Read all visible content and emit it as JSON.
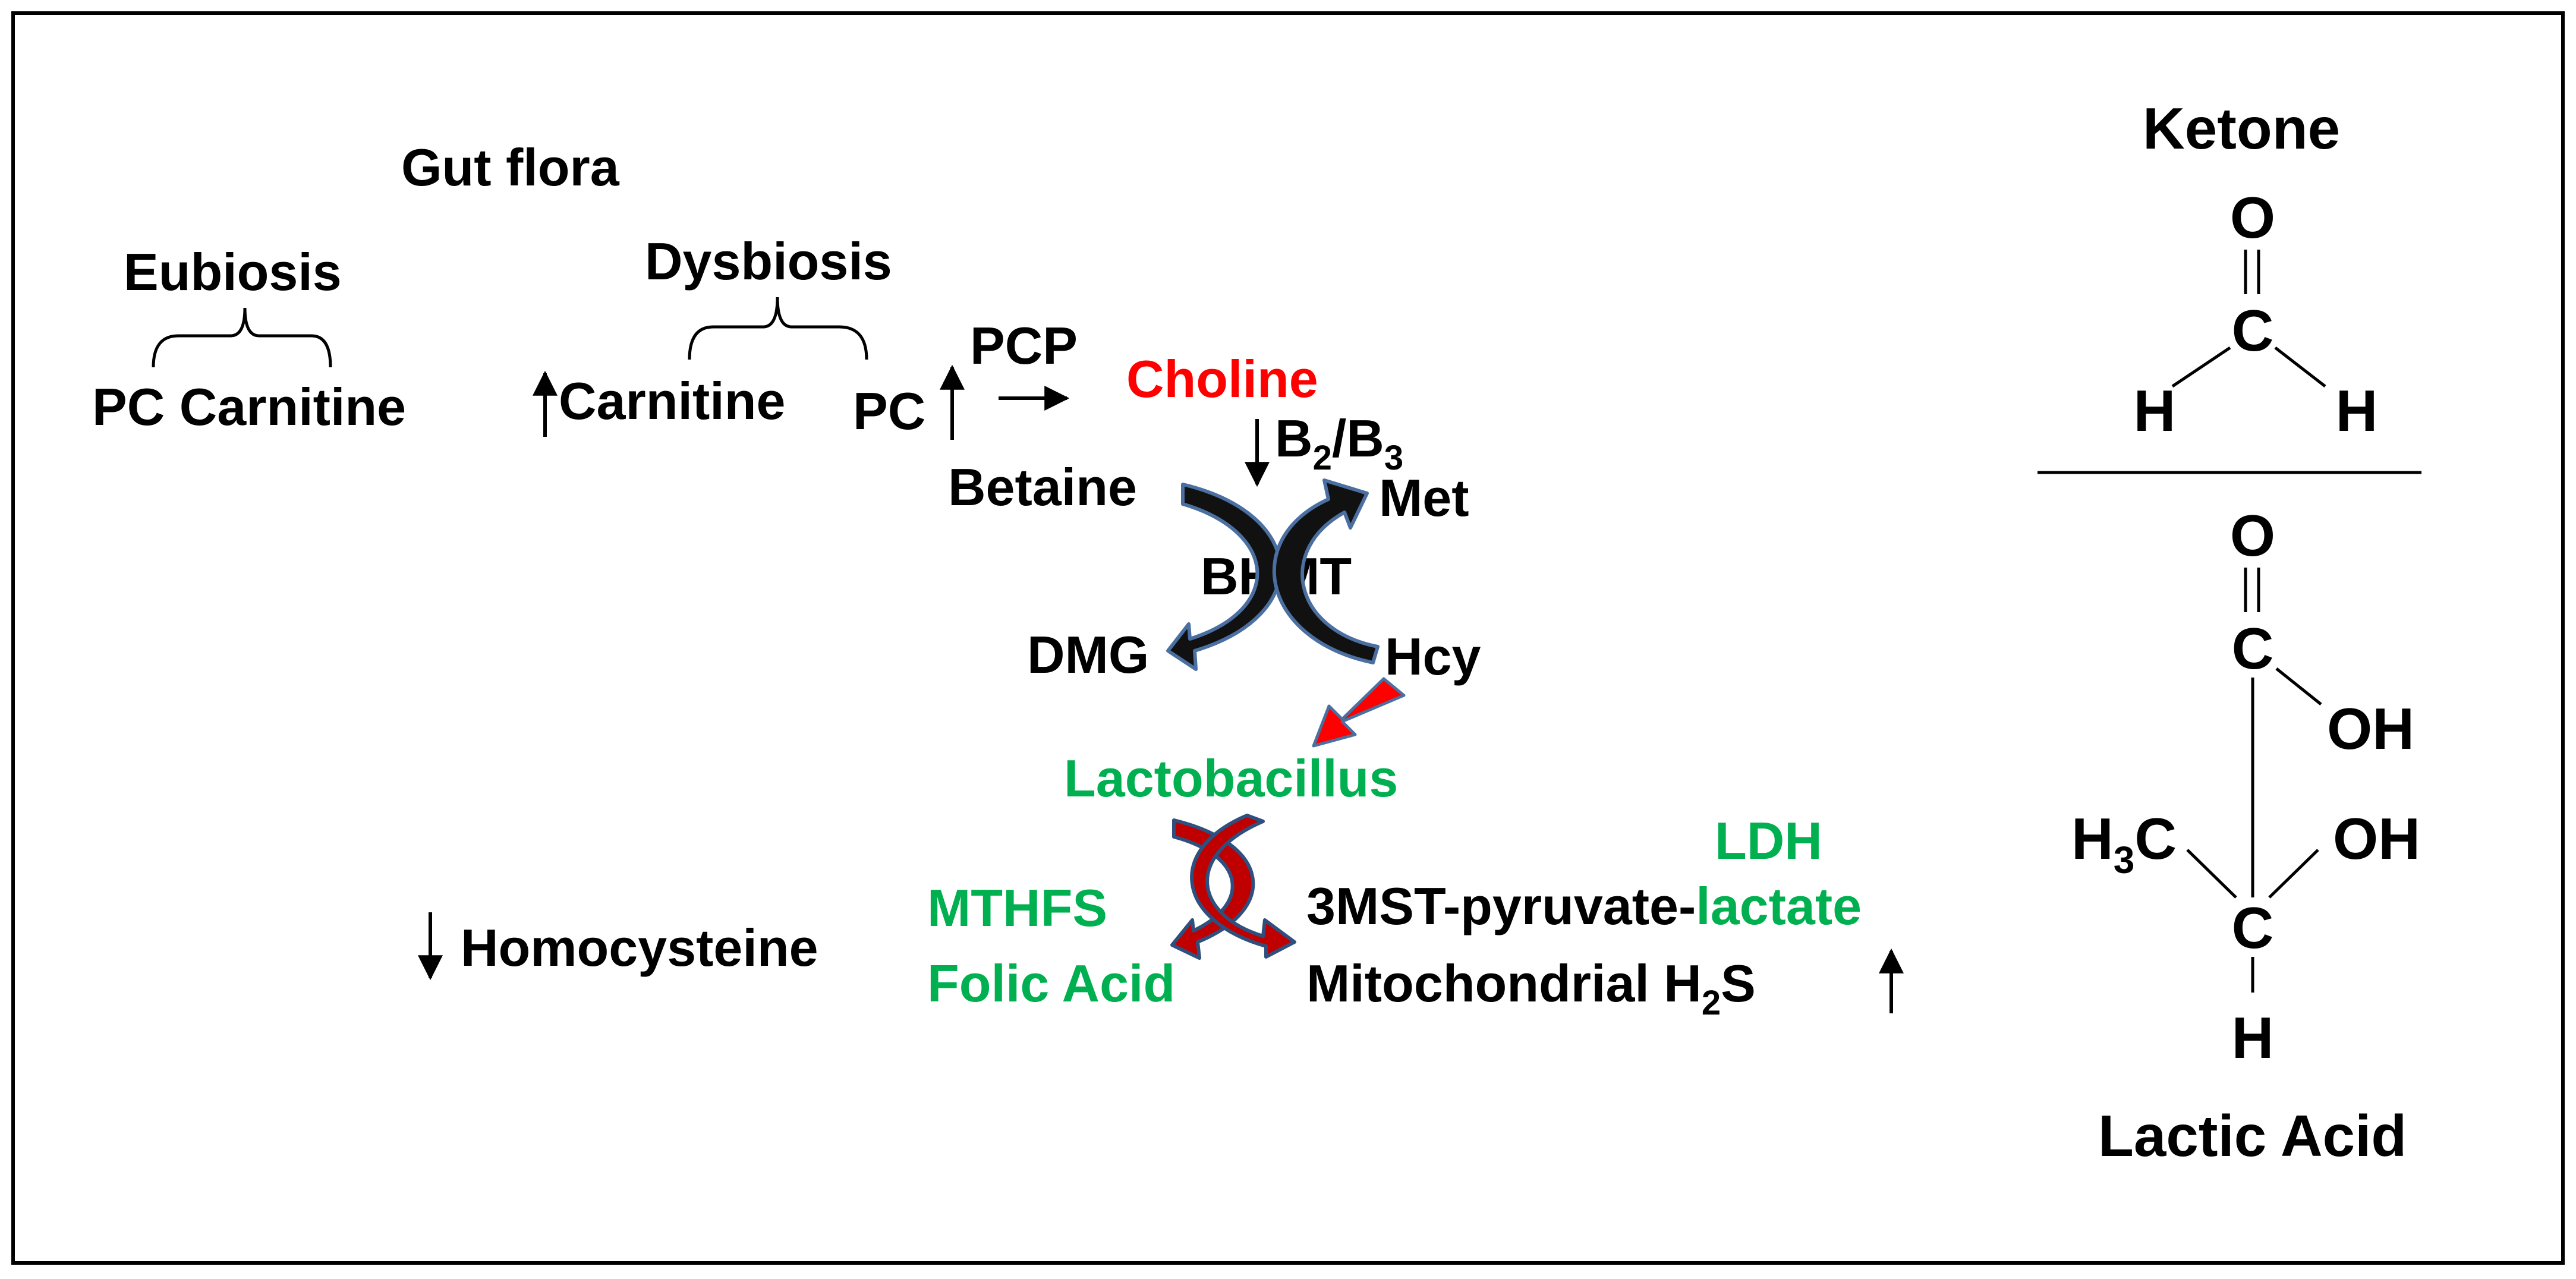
{
  "colors": {
    "black": "#000000",
    "red": "#ff0000",
    "green": "#00b050",
    "dark_red": "#c00000",
    "arrow_outline": "#4a6fa0"
  },
  "gut": {
    "title": "Gut flora",
    "eubiosis": "Eubiosis",
    "dysbiosis": "Dysbiosis",
    "pc_carnitine": "PC Carnitine",
    "carnitine": "Carnitine",
    "pc": "PC",
    "pcp": "PCP"
  },
  "pathway": {
    "choline": "Choline",
    "b_vitamins": {
      "b": "B",
      "sub1": "2",
      "slash": "/B",
      "sub2": "3"
    },
    "betaine": "Betaine",
    "met": "Met",
    "bhmt": "BHMT",
    "dmg": "DMG",
    "hcy": "Hcy",
    "lactobacillus": "Lactobacillus",
    "mthfs": "MTHFS",
    "folic_acid": "Folic Acid",
    "homocysteine": "Homocysteine",
    "ldh": "LDH",
    "pyruvate_prefix": "3MST-pyruvate-",
    "lactate": "lactate",
    "mito_h2s": {
      "prefix": "Mitochondrial H",
      "sub": "2",
      "suffix": "S"
    }
  },
  "ketone": {
    "title": "Ketone",
    "o": "O",
    "c": "C",
    "h_left": "H",
    "h_right": "H"
  },
  "lactic_acid": {
    "title": "Lactic Acid",
    "o": "O",
    "c_top": "C",
    "oh_right": "OH",
    "h3c": {
      "h": "H",
      "sub": "3",
      "c": "C"
    },
    "oh_lower": "OH",
    "c_bottom": "C",
    "h_bottom": "H"
  }
}
